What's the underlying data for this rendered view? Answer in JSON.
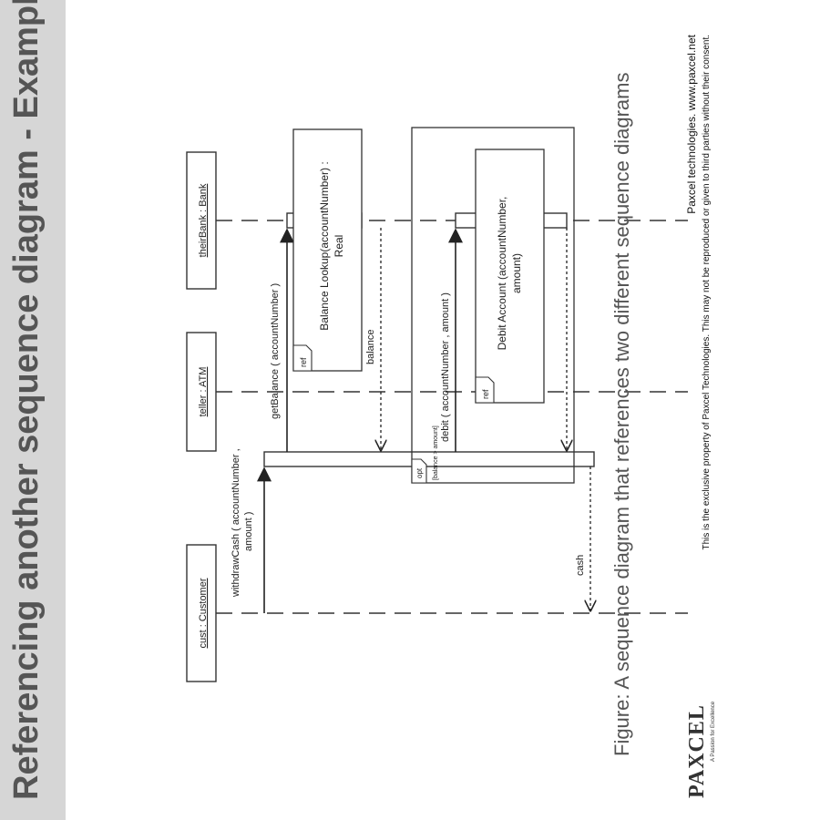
{
  "slide": {
    "title": "Referencing another sequence diagram - Example",
    "caption": "Figure: A sequence diagram that references two different sequence diagrams"
  },
  "footer": {
    "company": "Paxcel technologies. www.paxcel.net",
    "disclaimer": "This is the exclusive property of Paxcel Technologies. This may not be reproduced or given to third parties without their consent.",
    "logo_text": "PAXCEL",
    "logo_tagline": "A Passion for Excellence"
  },
  "diagram": {
    "lifelines": {
      "customer": "cust : Customer",
      "atm": "teller : ATM",
      "bank": "theirBank : Bank"
    },
    "messages": {
      "withdraw_line1": "withdrawCash ( accountNumber ,",
      "withdraw_line2": "amount )",
      "get_balance": "getBalance ( accountNumber )",
      "balance_return": "balance",
      "debit": "debit ( accountNumber , amount )",
      "cash_return": "cash"
    },
    "ref_balance": {
      "tag": "ref",
      "line1": "Balance Lookup(accountNumber) :",
      "line2": "Real"
    },
    "opt_fragment": {
      "tag": "opt",
      "guard": "[balance > amount]"
    },
    "ref_debit": {
      "tag": "ref",
      "line1": "Debit Account (accountNumber,",
      "line2": "amount)"
    }
  }
}
